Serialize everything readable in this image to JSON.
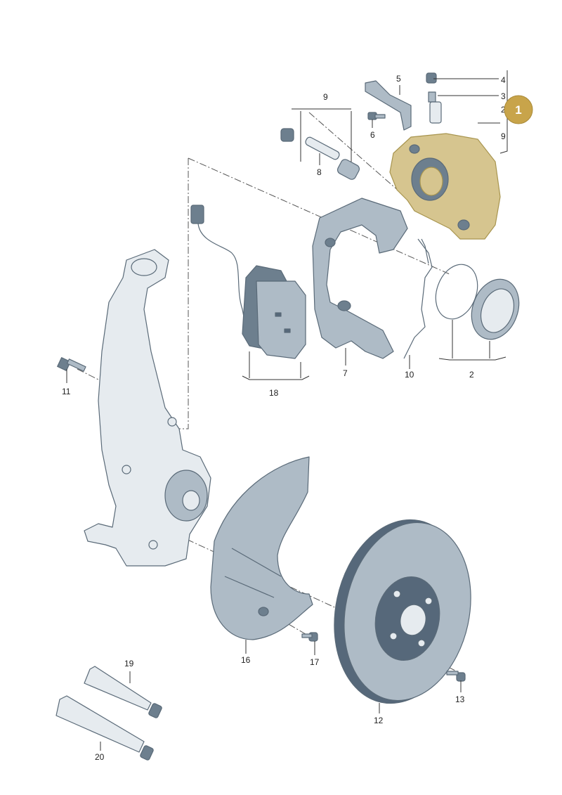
{
  "diagram": {
    "highlight_badge": "1",
    "callouts": {
      "n1": "1",
      "n2": "2",
      "n3": "3",
      "n4": "4",
      "n5": "5",
      "n6": "6",
      "n7": "7",
      "n8": "8",
      "n9": "9",
      "n10": "10",
      "n11": "11",
      "n12": "12",
      "n13": "13",
      "n16": "16",
      "n17": "17",
      "n18": "18",
      "n19": "19",
      "n20": "20"
    },
    "bracket_labels": {
      "top_right_2": "2",
      "top_right_9": "9",
      "seal_group_2": "2",
      "pad_group_18": "18",
      "pin_group_9": "9"
    },
    "colors": {
      "highlight": "#d6c58f",
      "badge": "#c8a44a",
      "part_fill": "#aebbc6",
      "outline": "#5a6a78"
    }
  }
}
